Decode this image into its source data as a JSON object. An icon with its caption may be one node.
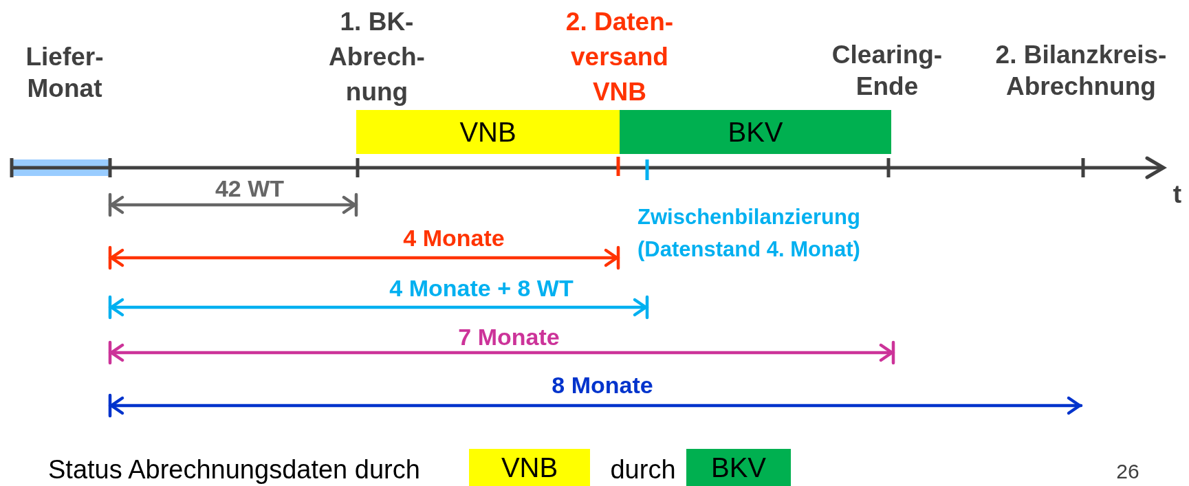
{
  "diagram": {
    "nodes": [
      {
        "text": [
          "VNB"
        ]
      },
      {
        "text": [
          "BKV"
        ]
      }
    ],
    "labels": [
      "Liefer- Monat",
      "1. BK- Abrech- nung",
      "2. Daten- versand VNB",
      "Clearing- Ende",
      "2. Bilanzkreis- Abrechnung",
      "42 WT",
      "t",
      "Zwischenbilanzierung (Datenstand 4. Monat)",
      "4 Monate",
      "4 Monate + 8 WT",
      "7 Monate",
      "8 Monate",
      "Status Abrechnungsdaten durch",
      "durch",
      "26"
    ],
    "legend": [
      {
        "text": "VNB",
        "color": "#ffff00"
      },
      {
        "text": "BKV",
        "color": "#00b050"
      }
    ]
  }
}
